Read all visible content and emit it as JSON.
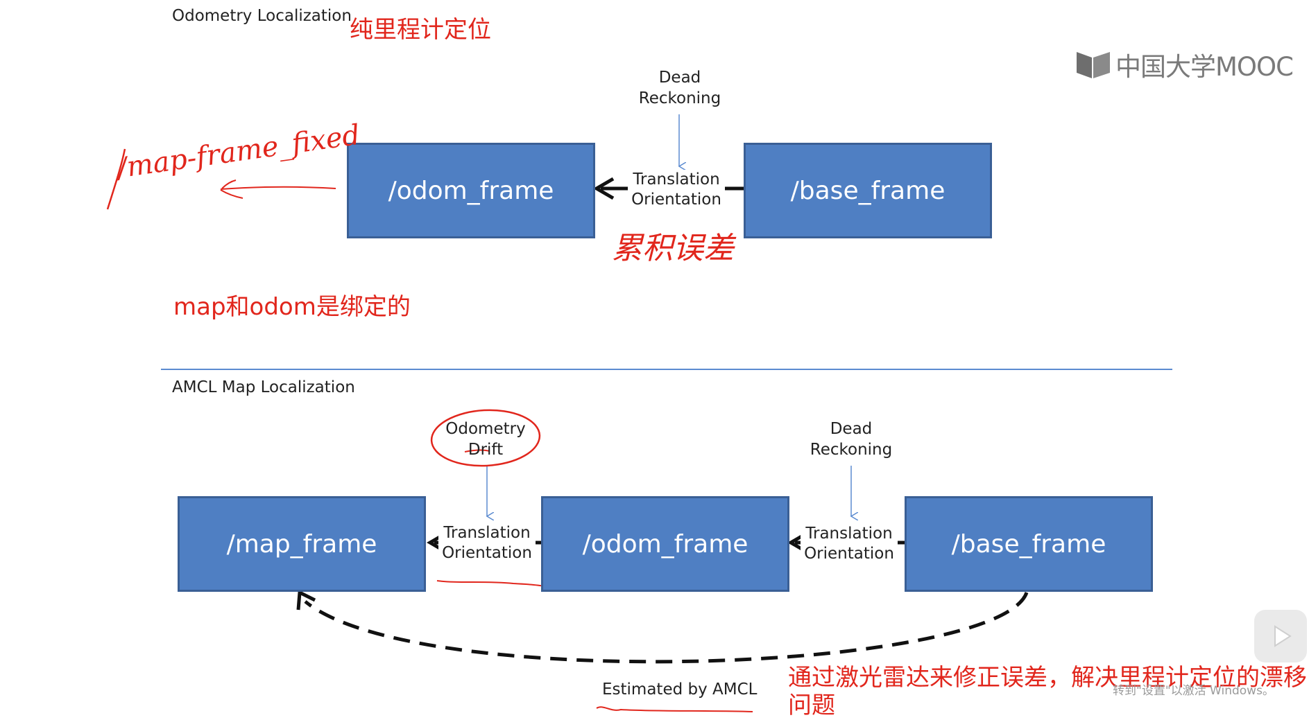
{
  "top_section": {
    "title": "Odometry Localization",
    "note_cn": "纯里程计定位",
    "dead_reckoning_line1": "Dead",
    "dead_reckoning_line2": "Reckoning",
    "box_odom": "/odom_frame",
    "box_base": "/base_frame",
    "translation": "Translation",
    "orientation": "Orientation",
    "handwritten_left": "/map-frame_fixed",
    "handwritten_error": "累积误差",
    "binding_note": "map和odom是绑定的"
  },
  "bottom_section": {
    "title": "AMCL Map Localization",
    "drift_line1": "Odometry",
    "drift_line2": "Drift",
    "dead_reckoning_line1": "Dead",
    "dead_reckoning_line2": "Reckoning",
    "box_map": "/map_frame",
    "box_odom": "/odom_frame",
    "box_base": "/base_frame",
    "left_translation": "Translation",
    "left_orientation": "Orientation",
    "right_translation": "Translation",
    "right_orientation": "Orientation",
    "estimated": "Estimated by AMCL",
    "amcl_note_line1": "通过激光雷达来修正误差，解决里程计定位的漂移",
    "amcl_note_line2": "问题"
  },
  "brand": {
    "logo_text": "中国大学MOOC",
    "play_icon": "play-icon"
  },
  "watermark": "转到\"设置\"以激活 Windows。",
  "colors": {
    "box_fill": "#4f7fc3",
    "box_border": "#3a5f95",
    "annotation_red": "#e1261c",
    "thin_arrow": "#5b8bd0",
    "divider": "#5b8bd0"
  }
}
